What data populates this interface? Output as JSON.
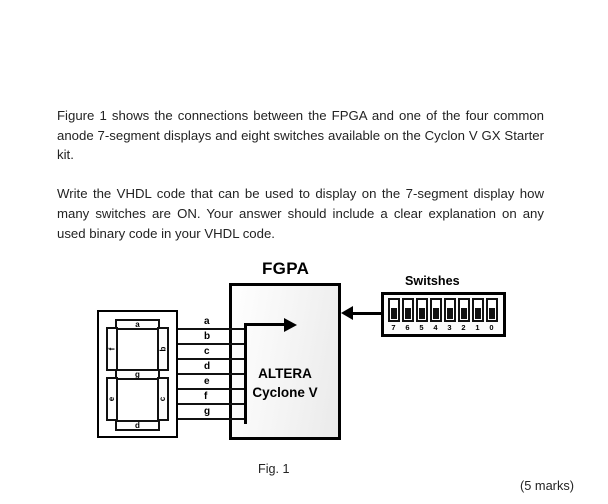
{
  "document": {
    "paragraphs": [
      "Figure 1 shows the connections between the FPGA and one of the four common anode 7-segment displays and eight switches available on the Cyclon V GX Starter kit.",
      "Write the VHDL code that can be used to display on the 7-segment display how many switches are ON. Your answer should include a clear explanation on any used binary code in your VHDL code."
    ],
    "figure_caption": "Fig. 1",
    "marks": "(5 marks)"
  },
  "figure": {
    "fpga": {
      "title": "FGPA",
      "body_label": "ALTERA\nCyclone V"
    },
    "switches": {
      "title": "Switshes",
      "numbers": [
        "7",
        "6",
        "5",
        "4",
        "3",
        "2",
        "1",
        "0"
      ]
    },
    "seven_segment": {
      "segments": [
        {
          "id": "a",
          "label": "a"
        },
        {
          "id": "b",
          "label": "b"
        },
        {
          "id": "c",
          "label": "c"
        },
        {
          "id": "d",
          "label": "d"
        },
        {
          "id": "e",
          "label": "e"
        },
        {
          "id": "f",
          "label": "f"
        },
        {
          "id": "g",
          "label": "g"
        }
      ]
    },
    "bus_labels": [
      "a",
      "b",
      "c",
      "d",
      "e",
      "f",
      "g"
    ],
    "colors": {
      "line": "#000000",
      "text": "#232323",
      "box_fill": "#f3f3f3"
    }
  }
}
